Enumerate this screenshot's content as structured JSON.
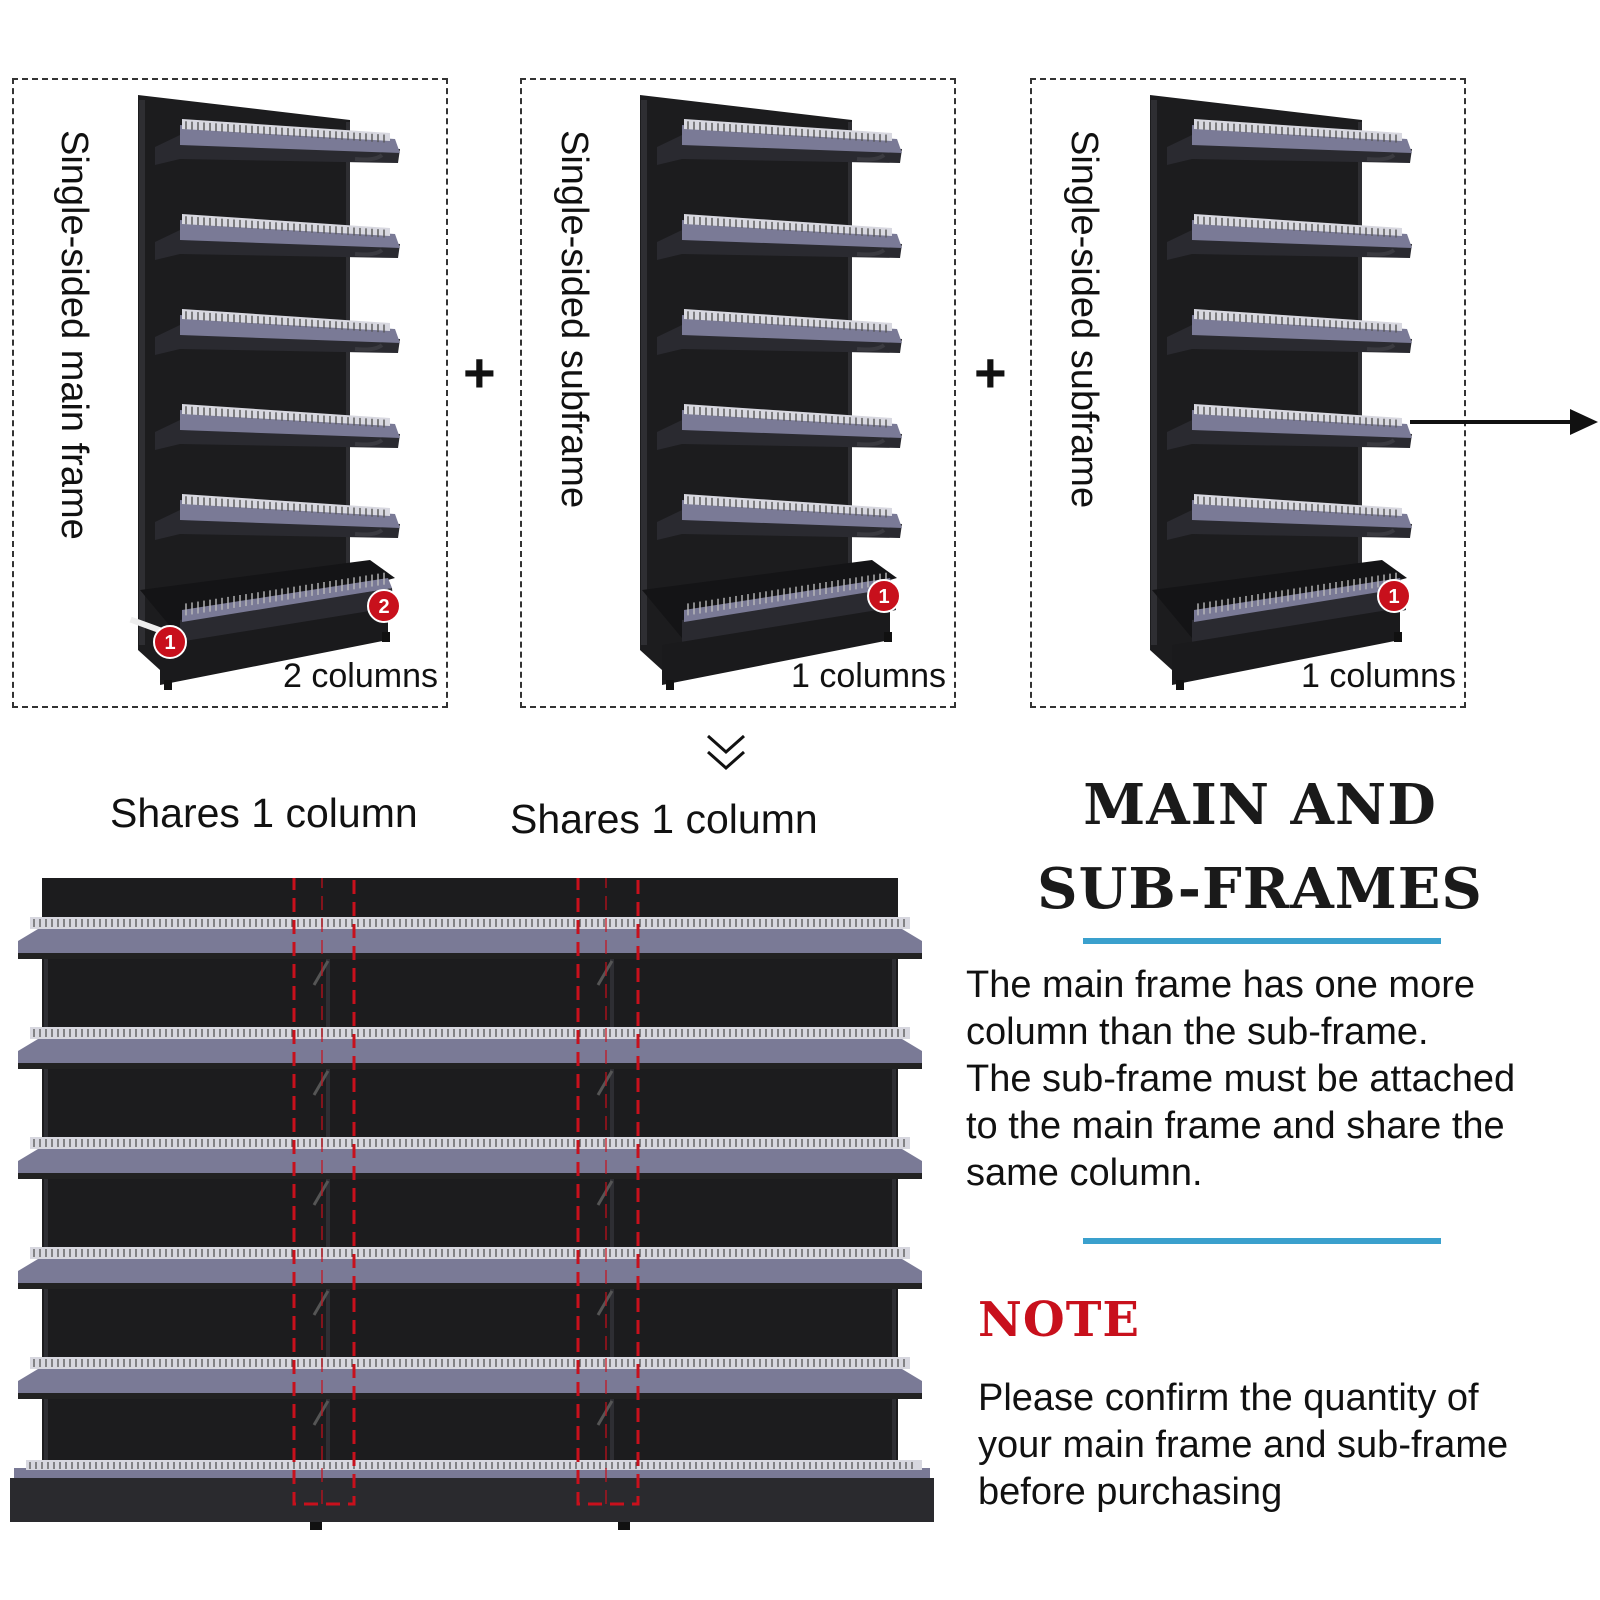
{
  "frames": [
    {
      "label": "Single-sided main frame",
      "columns": "2 columns"
    },
    {
      "label": "Single-sided subframe",
      "columns": "1 columns"
    },
    {
      "label": "Single-sided subframe",
      "columns": "1 columns"
    }
  ],
  "plus_sign": "+",
  "shares": [
    "Shares 1 column",
    "Shares 1 column"
  ],
  "heading": {
    "line1": "MAIN AND",
    "line2": "SUB-FRAMES"
  },
  "description": [
    "The main frame has one more",
    "column than the sub-frame.",
    "The sub-frame must be attached",
    "to the main frame and share the",
    "same column."
  ],
  "note": {
    "title": "NOTE",
    "lines": [
      "Please confirm the quantity of",
      "your main frame and sub-frame",
      "before purchasing"
    ]
  },
  "badges": {
    "main": [
      "1",
      "2"
    ],
    "sub": [
      "1"
    ]
  },
  "colors": {
    "accent_rule": "#3aa0cd",
    "note_title": "#c8101c",
    "marker": "#c8101c",
    "shelf_body": "#1c1c1e",
    "shelf_edge": "#7a7a96"
  },
  "icons": [
    "double-chevron-down-icon",
    "arrow-right-icon"
  ]
}
